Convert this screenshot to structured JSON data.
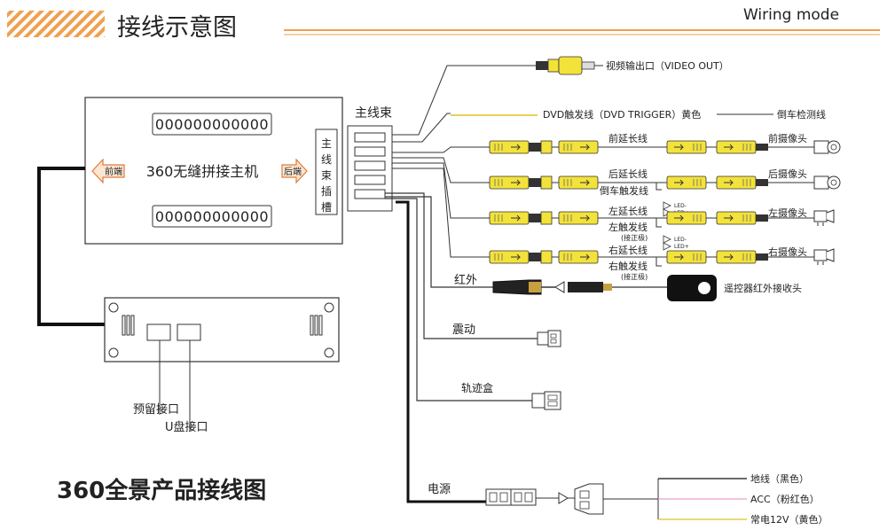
{
  "header": {
    "title": "接线示意图",
    "mode_label": "Wiring mode",
    "accent_color": "#f0a050"
  },
  "host": {
    "segments": "000000000000",
    "name": "360无缝拼接主机",
    "front_label": "前端",
    "rear_label": "后端",
    "slot_label": [
      "主",
      "线",
      "束",
      "插",
      "槽"
    ]
  },
  "panel": {
    "reserved_port": "预留接口",
    "usb_port": "U盘接口"
  },
  "harness": {
    "label": "主线束"
  },
  "video_out": {
    "label": "视频输出口（VIDEO OUT）"
  },
  "dvd": {
    "label": "DVD触发线（DVD TRIGGER）黄色",
    "reverse_label": "倒车检测线"
  },
  "cameras": [
    {
      "ext_label": "前延长线",
      "camera_label": "前摄像头"
    },
    {
      "ext_label": "后延长线",
      "trigger_label": "倒车触发线",
      "camera_label": "后摄像头"
    },
    {
      "ext_label": "左延长线",
      "trigger_label": "左触发线",
      "note": "(接正极)",
      "camera_label": "左摄像头",
      "led_plus": "LED+",
      "led_minus": "LED-"
    },
    {
      "ext_label": "右延长线",
      "trigger_label": "右触发线",
      "note": "(接正极)",
      "camera_label": "右摄像头",
      "led_plus": "LED+",
      "led_minus": "LED-"
    }
  ],
  "ir": {
    "label": "红外",
    "receiver_label": "遥控器红外接收头"
  },
  "vibration": {
    "label": "震动"
  },
  "track_box": {
    "label": "轨迹盒"
  },
  "power": {
    "label": "电源",
    "wires": [
      {
        "label": "地线（黑色）",
        "color": "#111111"
      },
      {
        "label": "ACC（粉红色）",
        "color": "#e8a0c8"
      },
      {
        "label": "常电12V（黄色）",
        "color": "#e0c020"
      }
    ]
  },
  "footer": {
    "title": "360全景产品接线图"
  }
}
